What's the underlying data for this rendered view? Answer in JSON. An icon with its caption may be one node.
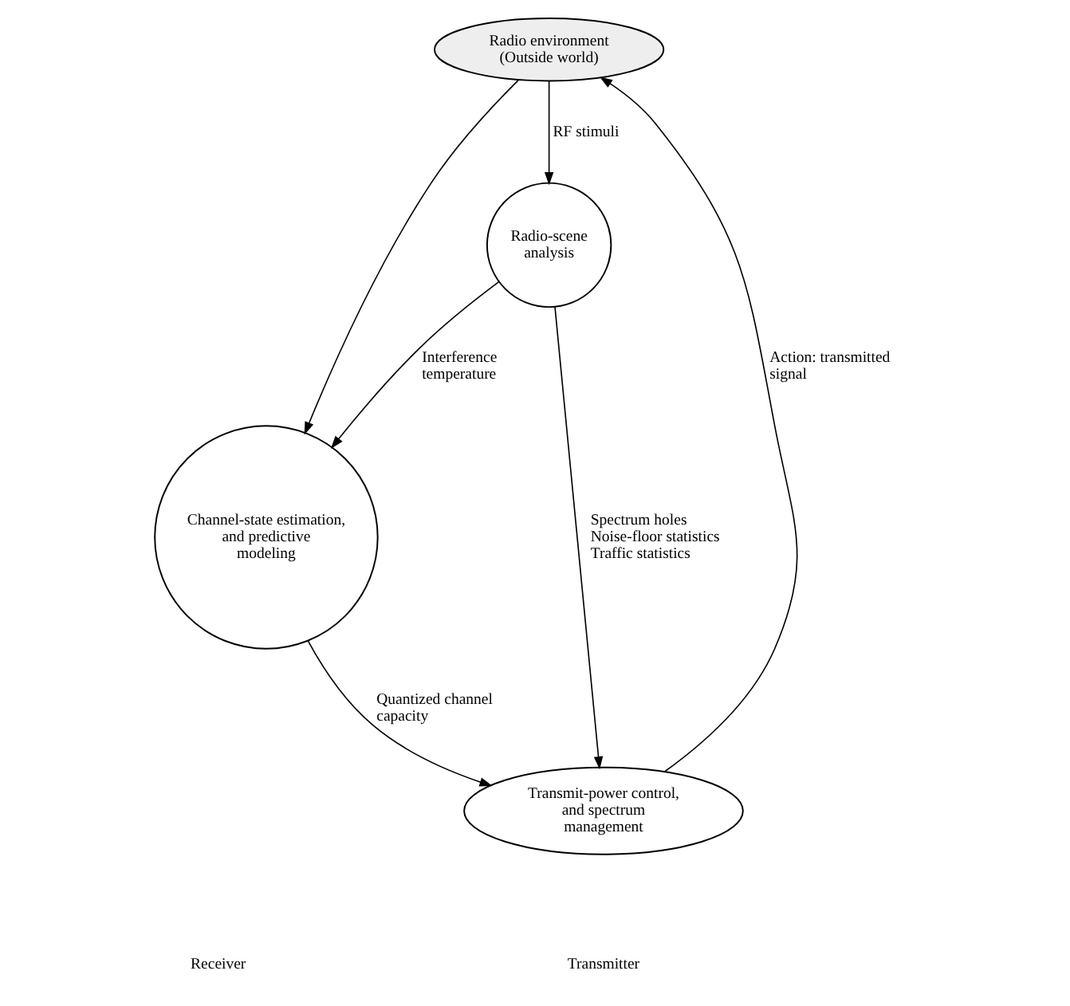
{
  "diagram": {
    "nodes": [
      {
        "text": [
          "Radio environment",
          "(Outside world)"
        ]
      },
      {
        "text": [
          "Radio-scene analysis"
        ]
      },
      {
        "text": [
          "Transmit-power control, and spectrum management"
        ]
      },
      {
        "text": [
          "Channel-state estimation, and predictive modeling"
        ]
      }
    ],
    "edges": [
      {
        "from": 0,
        "to": 1,
        "arrow": "to",
        "label": "RF stimuli"
      },
      {
        "from": 1,
        "to": 2,
        "arrow": "to",
        "label": "Spectrum holes Noise-floor statistics Traffic statistics"
      },
      {
        "from": 1,
        "to": 3,
        "arrow": "to",
        "label": "Interference temperature"
      },
      {
        "from": 0,
        "to": 3,
        "arrow": "to"
      },
      {
        "from": 3,
        "to": 2,
        "arrow": "to",
        "label": "Quantized channel capacity"
      },
      {
        "from": 2,
        "to": 0,
        "arrow": "to",
        "label": "Action: transmitted signal"
      }
    ],
    "labels": [
      "Transmitter",
      "Receiver"
    ]
  }
}
